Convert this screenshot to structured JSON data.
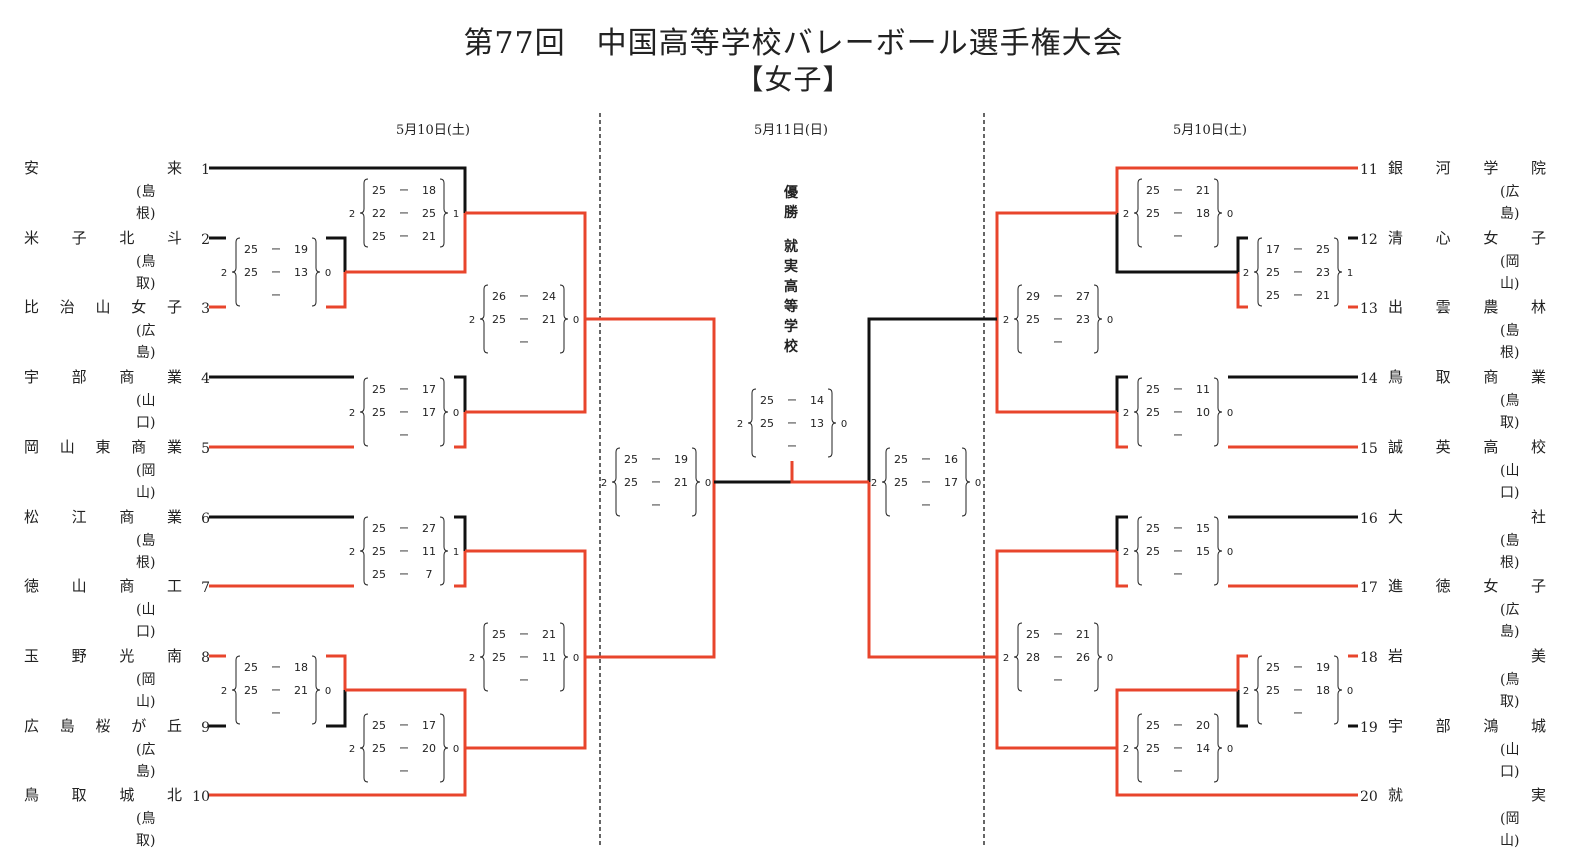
{
  "title": "第77回　中国高等学校バレーボール選手権大会",
  "subtitle": "【女子】",
  "dates": {
    "left": "5月10日(土)",
    "center": "5月11日(日)",
    "right": "5月10日(土)"
  },
  "champion_label": "優勝",
  "champion_name": "就実高等学校",
  "teams": [
    {
      "seed": "1",
      "name": "安来",
      "pref": "(島根)"
    },
    {
      "seed": "2",
      "name": "米子北斗",
      "pref": "(鳥取)"
    },
    {
      "seed": "3",
      "name": "比治山女子",
      "pref": "(広島)"
    },
    {
      "seed": "4",
      "name": "宇部商業",
      "pref": "(山口)"
    },
    {
      "seed": "5",
      "name": "岡山東商業",
      "pref": "(岡山)"
    },
    {
      "seed": "6",
      "name": "松江商業",
      "pref": "(島根)"
    },
    {
      "seed": "7",
      "name": "徳山商工",
      "pref": "(山口)"
    },
    {
      "seed": "8",
      "name": "玉野光南",
      "pref": "(岡山)"
    },
    {
      "seed": "9",
      "name": "広島桜が丘",
      "pref": "(広島)"
    },
    {
      "seed": "10",
      "name": "鳥取城北",
      "pref": "(鳥取)"
    },
    {
      "seed": "11",
      "name": "銀河学院",
      "pref": "(広島)"
    },
    {
      "seed": "12",
      "name": "清心女子",
      "pref": "(岡山)"
    },
    {
      "seed": "13",
      "name": "出雲農林",
      "pref": "(島根)"
    },
    {
      "seed": "14",
      "name": "鳥取商業",
      "pref": "(鳥取)"
    },
    {
      "seed": "15",
      "name": "誠英高校",
      "pref": "(山口)"
    },
    {
      "seed": "16",
      "name": "大社",
      "pref": "(島根)"
    },
    {
      "seed": "17",
      "name": "進徳女子",
      "pref": "(広島)"
    },
    {
      "seed": "18",
      "name": "岩美",
      "pref": "(鳥取)"
    },
    {
      "seed": "19",
      "name": "宇部鴻城",
      "pref": "(山口)"
    },
    {
      "seed": "20",
      "name": "就実",
      "pref": "(岡山)"
    }
  ],
  "matches": [
    {
      "id": "L-2v3",
      "left_total": "2",
      "right_total": "0",
      "sets": [
        [
          "25",
          "19"
        ],
        [
          "25",
          "13"
        ],
        [
          "",
          ""
        ]
      ]
    },
    {
      "id": "L-1vW",
      "left_total": "2",
      "right_total": "1",
      "sets": [
        [
          "25",
          "18"
        ],
        [
          "22",
          "25"
        ],
        [
          "25",
          "21"
        ]
      ]
    },
    {
      "id": "L-4v5",
      "left_total": "2",
      "right_total": "0",
      "sets": [
        [
          "25",
          "17"
        ],
        [
          "25",
          "17"
        ],
        [
          "",
          ""
        ]
      ]
    },
    {
      "id": "L-QF1",
      "left_total": "2",
      "right_total": "0",
      "sets": [
        [
          "26",
          "24"
        ],
        [
          "25",
          "21"
        ],
        [
          "",
          ""
        ]
      ]
    },
    {
      "id": "L-6v7",
      "left_total": "2",
      "right_total": "1",
      "sets": [
        [
          "25",
          "27"
        ],
        [
          "25",
          "11"
        ],
        [
          "25",
          "7"
        ]
      ]
    },
    {
      "id": "L-8v9",
      "left_total": "2",
      "right_total": "0",
      "sets": [
        [
          "25",
          "18"
        ],
        [
          "25",
          "21"
        ],
        [
          "",
          ""
        ]
      ]
    },
    {
      "id": "L-Wv10",
      "left_total": "2",
      "right_total": "0",
      "sets": [
        [
          "25",
          "17"
        ],
        [
          "25",
          "20"
        ],
        [
          "",
          ""
        ]
      ]
    },
    {
      "id": "L-QF2",
      "left_total": "2",
      "right_total": "0",
      "sets": [
        [
          "25",
          "21"
        ],
        [
          "25",
          "11"
        ],
        [
          "",
          ""
        ]
      ]
    },
    {
      "id": "L-SF",
      "left_total": "2",
      "right_total": "0",
      "sets": [
        [
          "25",
          "19"
        ],
        [
          "25",
          "21"
        ],
        [
          "",
          ""
        ]
      ]
    },
    {
      "id": "FINAL",
      "left_total": "2",
      "right_total": "0",
      "sets": [
        [
          "25",
          "14"
        ],
        [
          "25",
          "13"
        ],
        [
          "",
          ""
        ]
      ]
    },
    {
      "id": "R-SF",
      "left_total": "2",
      "right_total": "0",
      "sets": [
        [
          "25",
          "16"
        ],
        [
          "25",
          "17"
        ],
        [
          "",
          ""
        ]
      ]
    },
    {
      "id": "R-11vW",
      "left_total": "2",
      "right_total": "0",
      "sets": [
        [
          "25",
          "21"
        ],
        [
          "25",
          "18"
        ],
        [
          "",
          ""
        ]
      ]
    },
    {
      "id": "R-12v13",
      "left_total": "2",
      "right_total": "1",
      "sets": [
        [
          "17",
          "25"
        ],
        [
          "25",
          "23"
        ],
        [
          "25",
          "21"
        ]
      ]
    },
    {
      "id": "R-QF1",
      "left_total": "2",
      "right_total": "0",
      "sets": [
        [
          "29",
          "27"
        ],
        [
          "25",
          "23"
        ],
        [
          "",
          ""
        ]
      ]
    },
    {
      "id": "R-14v15",
      "left_total": "2",
      "right_total": "0",
      "sets": [
        [
          "25",
          "11"
        ],
        [
          "25",
          "10"
        ],
        [
          "",
          ""
        ]
      ]
    },
    {
      "id": "R-16v17",
      "left_total": "2",
      "right_total": "0",
      "sets": [
        [
          "25",
          "15"
        ],
        [
          "25",
          "15"
        ],
        [
          "",
          ""
        ]
      ]
    },
    {
      "id": "R-18v19",
      "left_total": "2",
      "right_total": "0",
      "sets": [
        [
          "25",
          "19"
        ],
        [
          "25",
          "18"
        ],
        [
          "",
          ""
        ]
      ]
    },
    {
      "id": "R-Wv20",
      "left_total": "2",
      "right_total": "0",
      "sets": [
        [
          "25",
          "20"
        ],
        [
          "25",
          "14"
        ],
        [
          "",
          ""
        ]
      ]
    },
    {
      "id": "R-QF2",
      "left_total": "2",
      "right_total": "0",
      "sets": [
        [
          "25",
          "21"
        ],
        [
          "28",
          "26"
        ],
        [
          "",
          ""
        ]
      ]
    }
  ],
  "colors": {
    "winner_line": "#e8452c",
    "loser_line": "#111111",
    "divider": "#333333"
  }
}
